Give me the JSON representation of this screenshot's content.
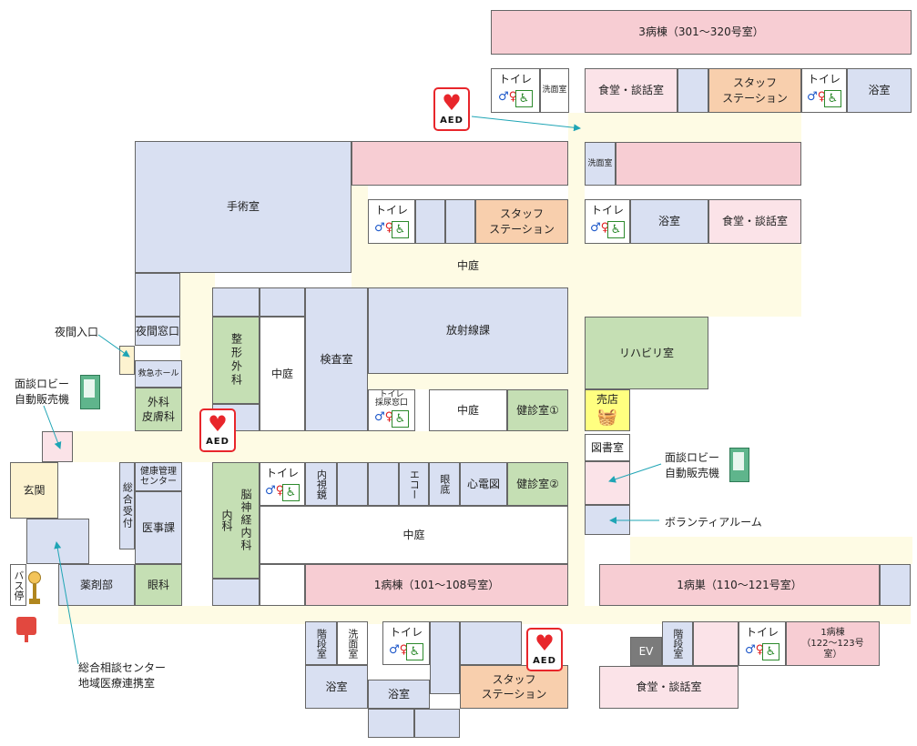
{
  "rooms": {
    "ward3": "3病棟（301〜320号室）",
    "toilet": "トイレ",
    "washroom": "洗面室",
    "dining": "食堂・談話室",
    "staff_station": "スタッフ\nステーション",
    "bath": "浴室",
    "surgery": "手術室",
    "courtyard": "中庭",
    "radiology": "放射線課",
    "rehab": "リハビリ室",
    "night_window": "夜間窓口",
    "emergency_hall": "救急ホール",
    "surgery_derm": "外科\n皮膚科",
    "orthopedics": "整形外科",
    "inspection": "検査室",
    "toilet_urine": "トイレ\n採尿窓口",
    "checkup1": "健診室①",
    "checkup2": "健診室②",
    "shop": "売店",
    "library": "図書室",
    "entrance": "玄関",
    "health_center": "健康管理\nセンター",
    "reception": "総合受付",
    "medical_affairs": "医事課",
    "internal": "内科",
    "neuro_internal": "脳神経内科",
    "endoscopy": "内視鏡",
    "echo": "エコー",
    "fundus": "眼底",
    "ecg": "心電図",
    "pharmacy": "薬剤部",
    "ophthalmology": "眼科",
    "bus_stop": "バス停",
    "ward1a": "1病棟（101〜108号室）",
    "ward1b": "1病巣（110〜121号室）",
    "stairs": "階段室",
    "ev": "EV",
    "ward1c": "1病棟\n（122〜123号\n室）"
  },
  "labels": {
    "night_entrance": "夜間入口",
    "lobby_vending_left": "面談ロビー\n自動販売機",
    "lobby_vending_right": "面談ロビー\n自動販売機",
    "volunteer_room": "ボランティアルーム",
    "consult_center": "総合相談センター\n地域医療連携室"
  },
  "aed": "AED"
}
